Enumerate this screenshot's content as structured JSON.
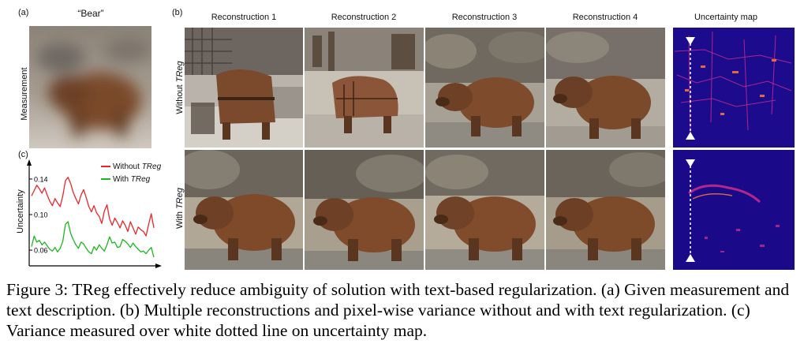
{
  "panel_a": {
    "letter": "(a)",
    "title": "“Bear”",
    "side_label": "Measurement"
  },
  "panel_b": {
    "letter": "(b)",
    "columns": [
      "Reconstruction 1",
      "Reconstruction 2",
      "Reconstruction 3",
      "Reconstruction 4",
      "Uncertainty map"
    ],
    "row_prefix": [
      "Without ",
      "With "
    ],
    "row_suffix": "TReg"
  },
  "panel_c": {
    "letter": "(c)",
    "ylabel": "Uncertainty",
    "legend_prefix": [
      "Without ",
      "With "
    ],
    "legend_suffix": "TReg"
  },
  "chart_data": {
    "type": "line",
    "ylabel": "Uncertainty",
    "yticks": [
      "0.14",
      "0.10",
      "0.06"
    ],
    "ytick_values": [
      0.14,
      0.1,
      0.06
    ],
    "ylim": [
      0.045,
      0.155
    ],
    "legend_placement": "top-right",
    "colors": {
      "without": "#e8262a",
      "with": "#1fb51f"
    },
    "series": [
      {
        "name": "Without TReg",
        "values": [
          0.121,
          0.127,
          0.133,
          0.129,
          0.124,
          0.13,
          0.122,
          0.115,
          0.11,
          0.118,
          0.113,
          0.109,
          0.121,
          0.138,
          0.142,
          0.135,
          0.125,
          0.118,
          0.112,
          0.122,
          0.128,
          0.119,
          0.109,
          0.103,
          0.11,
          0.102,
          0.098,
          0.09,
          0.104,
          0.111,
          0.095,
          0.088,
          0.096,
          0.091,
          0.085,
          0.093,
          0.088,
          0.081,
          0.092,
          0.085,
          0.078,
          0.086,
          0.083,
          0.081,
          0.076,
          0.089,
          0.101,
          0.085
        ]
      },
      {
        "name": "With TReg",
        "values": [
          0.064,
          0.076,
          0.069,
          0.071,
          0.066,
          0.069,
          0.065,
          0.061,
          0.059,
          0.063,
          0.058,
          0.062,
          0.07,
          0.089,
          0.092,
          0.079,
          0.072,
          0.066,
          0.062,
          0.069,
          0.067,
          0.062,
          0.058,
          0.056,
          0.064,
          0.06,
          0.066,
          0.062,
          0.059,
          0.066,
          0.075,
          0.068,
          0.069,
          0.063,
          0.064,
          0.072,
          0.07,
          0.067,
          0.063,
          0.068,
          0.064,
          0.061,
          0.058,
          0.059,
          0.056,
          0.06,
          0.063,
          0.052
        ]
      }
    ]
  },
  "caption": {
    "fig_label": "Figure 3: ",
    "text": "TReg effectively reduce ambiguity of solution with text-based regularization. (a) Given measurement and text description. (b) Multiple reconstructions and pixel-wise variance without and with text regularization. (c) Variance measured over white dotted line on uncertainty map."
  }
}
